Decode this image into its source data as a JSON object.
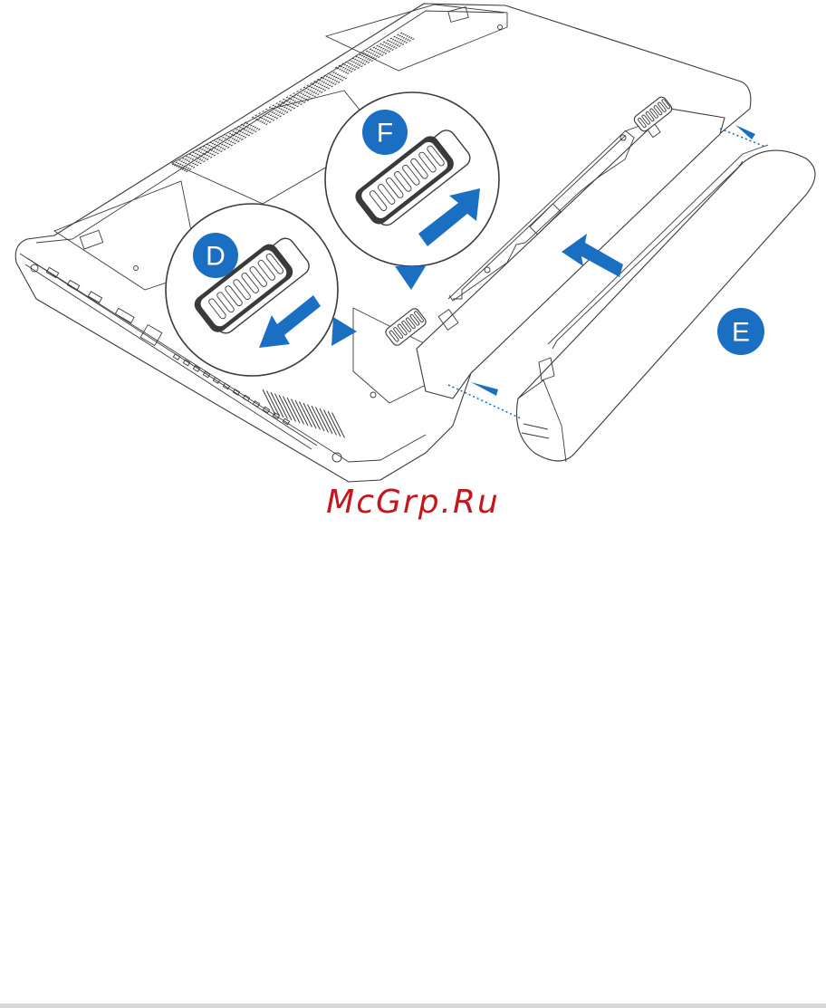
{
  "callouts": {
    "d": "D",
    "e": "E",
    "f": "F"
  },
  "watermark": "McGrp.Ru",
  "colors": {
    "accent": "#1b6fc2",
    "watermark": "#c4161c",
    "line": "#3a3a3a"
  }
}
